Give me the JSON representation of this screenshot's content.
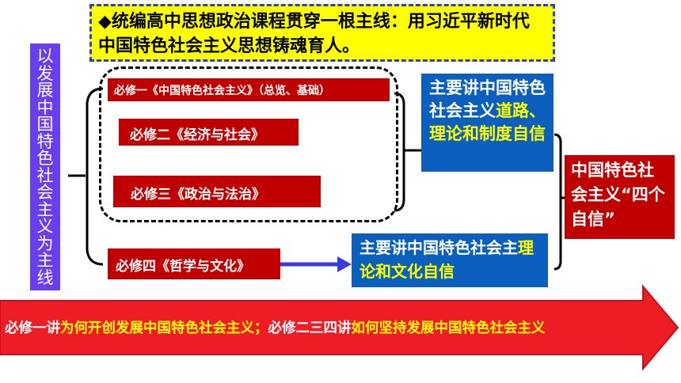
{
  "title": {
    "part1": "◆统编高中思想政治课程贯穿一根主线：",
    "part2": "用习近平新时代中国特色社会主义思想铸魂育人。"
  },
  "side_label": "以发展中国特色社会主义为主线",
  "courses": [
    {
      "label": "必修一《中国特色社会主义》（总览、基础）"
    },
    {
      "label": "必修二《经济与社会》"
    },
    {
      "label": "必修三《政治与法治》"
    },
    {
      "label": "必修四《哲学与文化》"
    }
  ],
  "summary_1": {
    "white": "主要讲中国特色社会主义",
    "yellow": "道路、理论和制度自信"
  },
  "summary_2": {
    "white": "主要讲中国特色社会主",
    "yellow": "理论和文化自信"
  },
  "four_confidences": "中国特色社会主义“四个自信”",
  "banner": {
    "s1": "必修一讲",
    "s2": "为何开创发展中国特色社会主义；",
    "s3": "必修二三四讲",
    "s4": "如何坚持发展中国特色社会主义"
  },
  "colors": {
    "title_bg": "#ffff00",
    "title_border": "#2a3fd6",
    "side_bar": "#6a3df0",
    "course_red": "#c00000",
    "summary_blue": "#0b5fbf",
    "highlight_yellow": "#ffff00",
    "banner_red": "#ee1c25"
  }
}
